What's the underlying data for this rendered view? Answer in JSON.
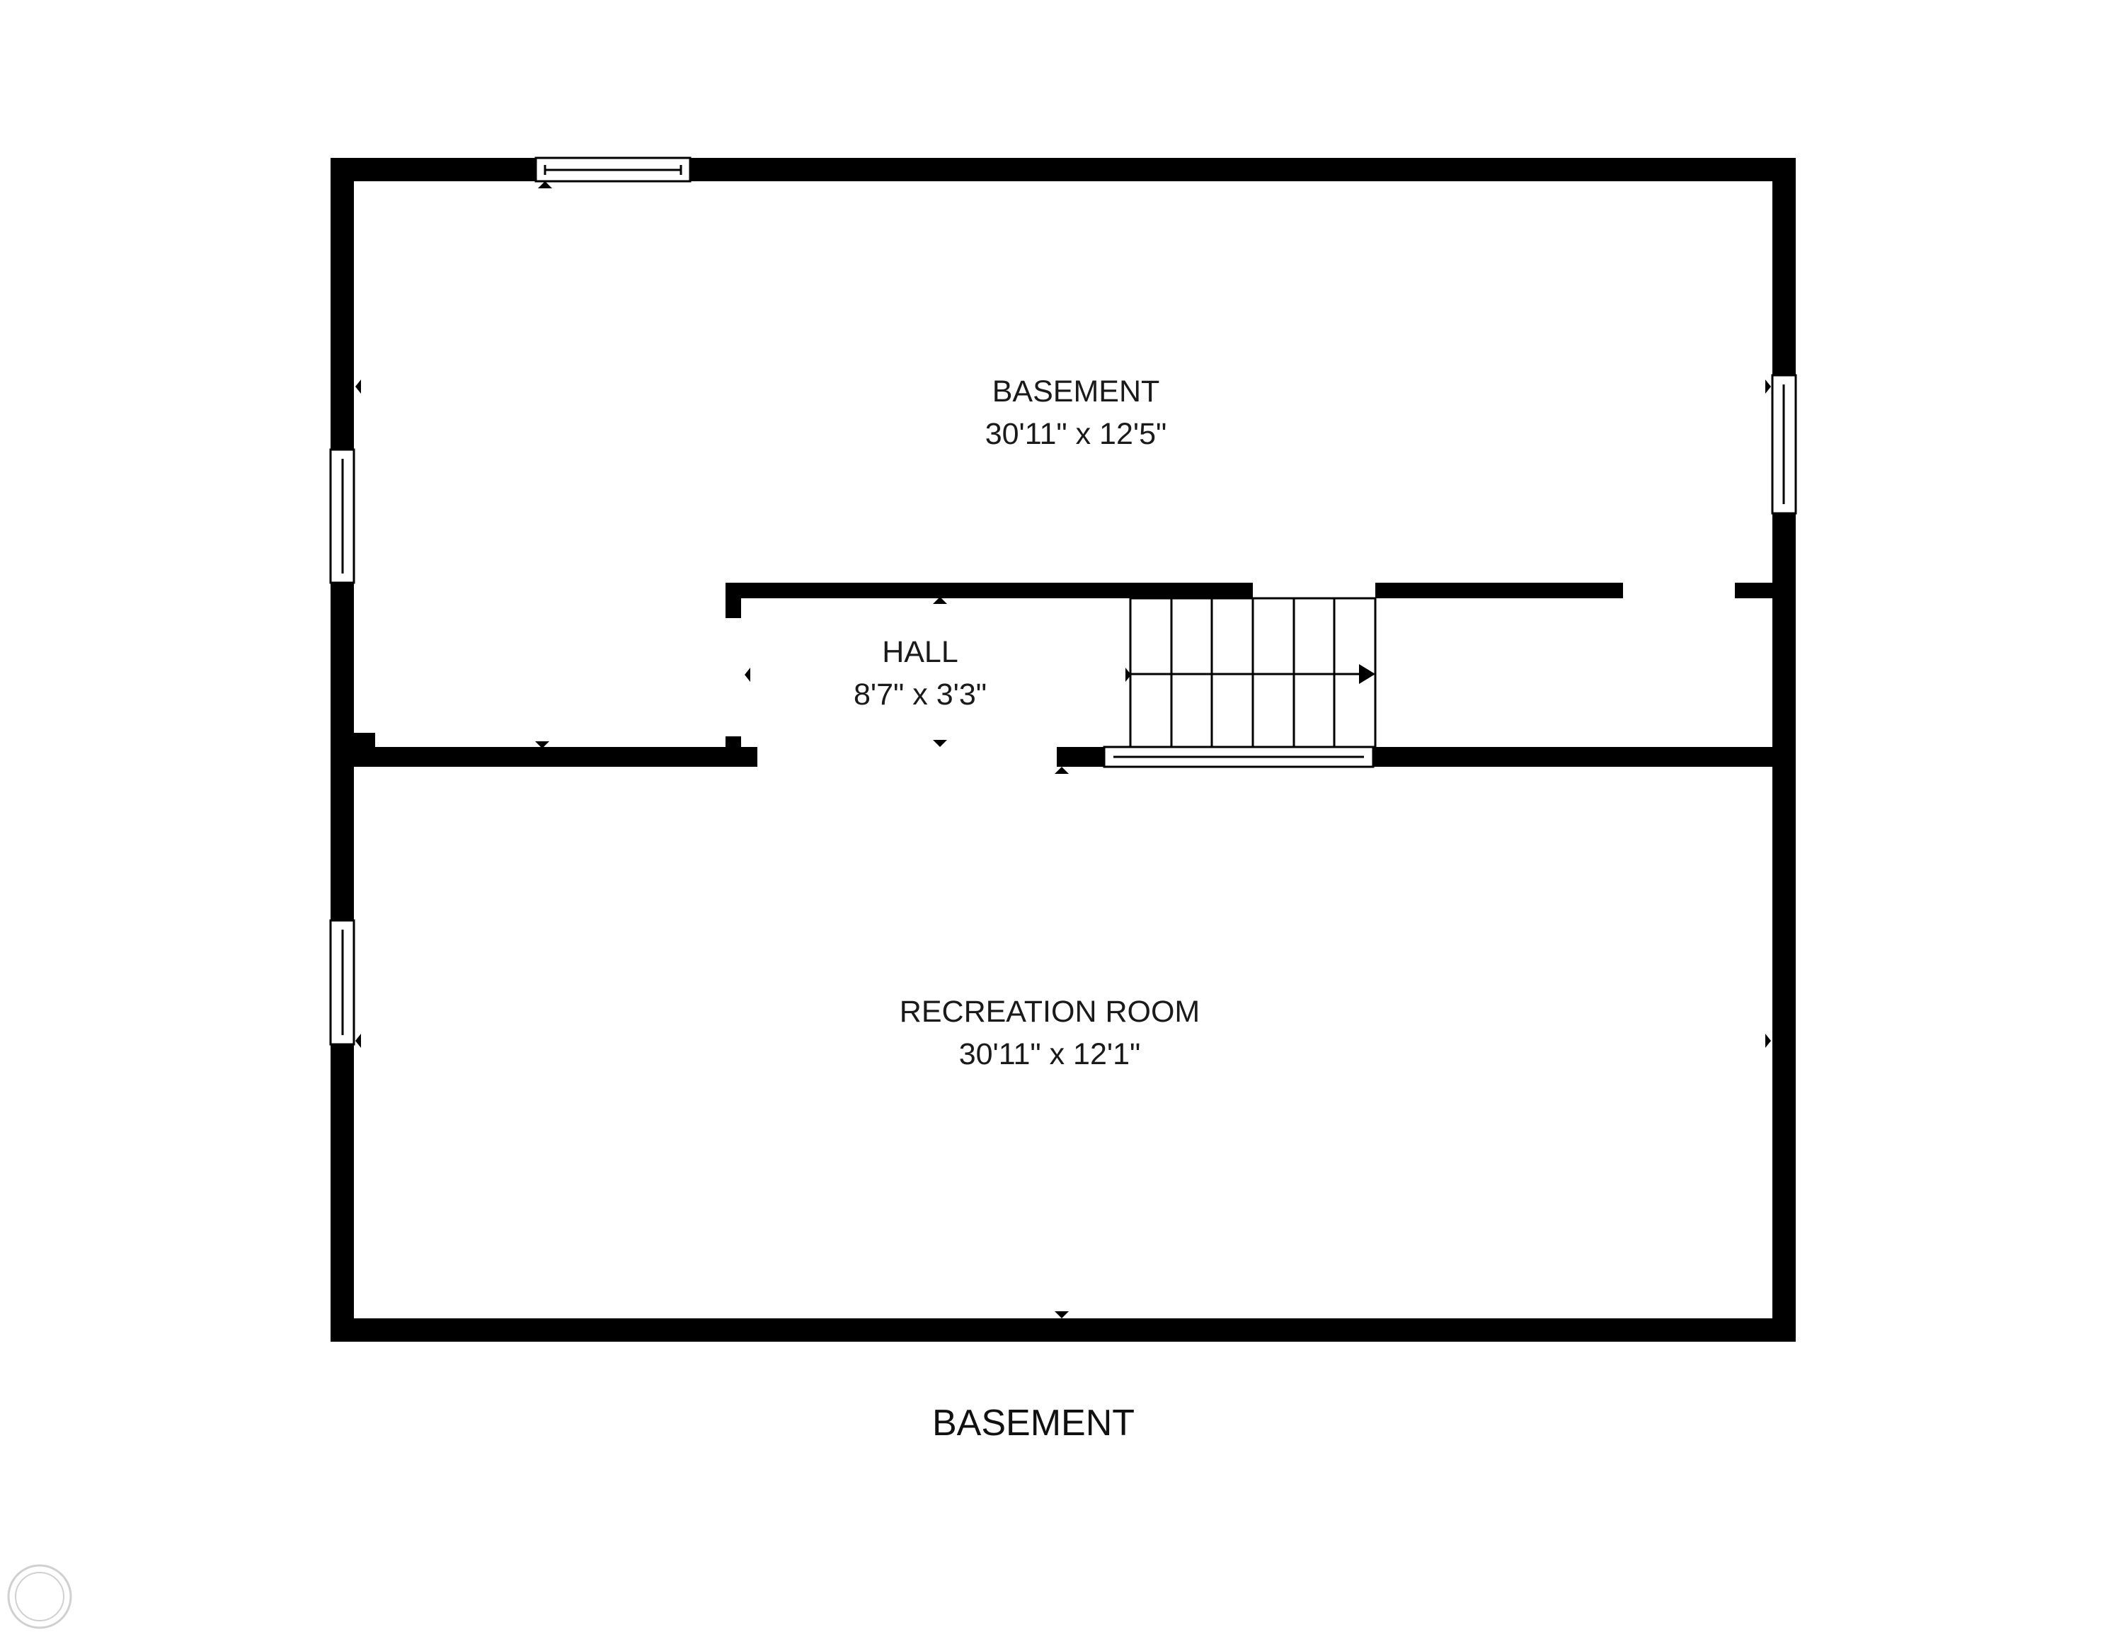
{
  "rooms": [
    {
      "name": "BASEMENT",
      "dimensions": "30'11\" x 12'5\""
    },
    {
      "name": "HALL",
      "dimensions": "8'7\" x 3'3\""
    },
    {
      "name": "RECREATION ROOM",
      "dimensions": "30'11\" x 12'1\""
    }
  ],
  "floor_label": "BASEMENT",
  "colors": {
    "wall": "#000000",
    "background": "#ffffff",
    "text": "#1a1a1a"
  },
  "icons": {
    "logo": "brokerage-watermark-logo"
  }
}
